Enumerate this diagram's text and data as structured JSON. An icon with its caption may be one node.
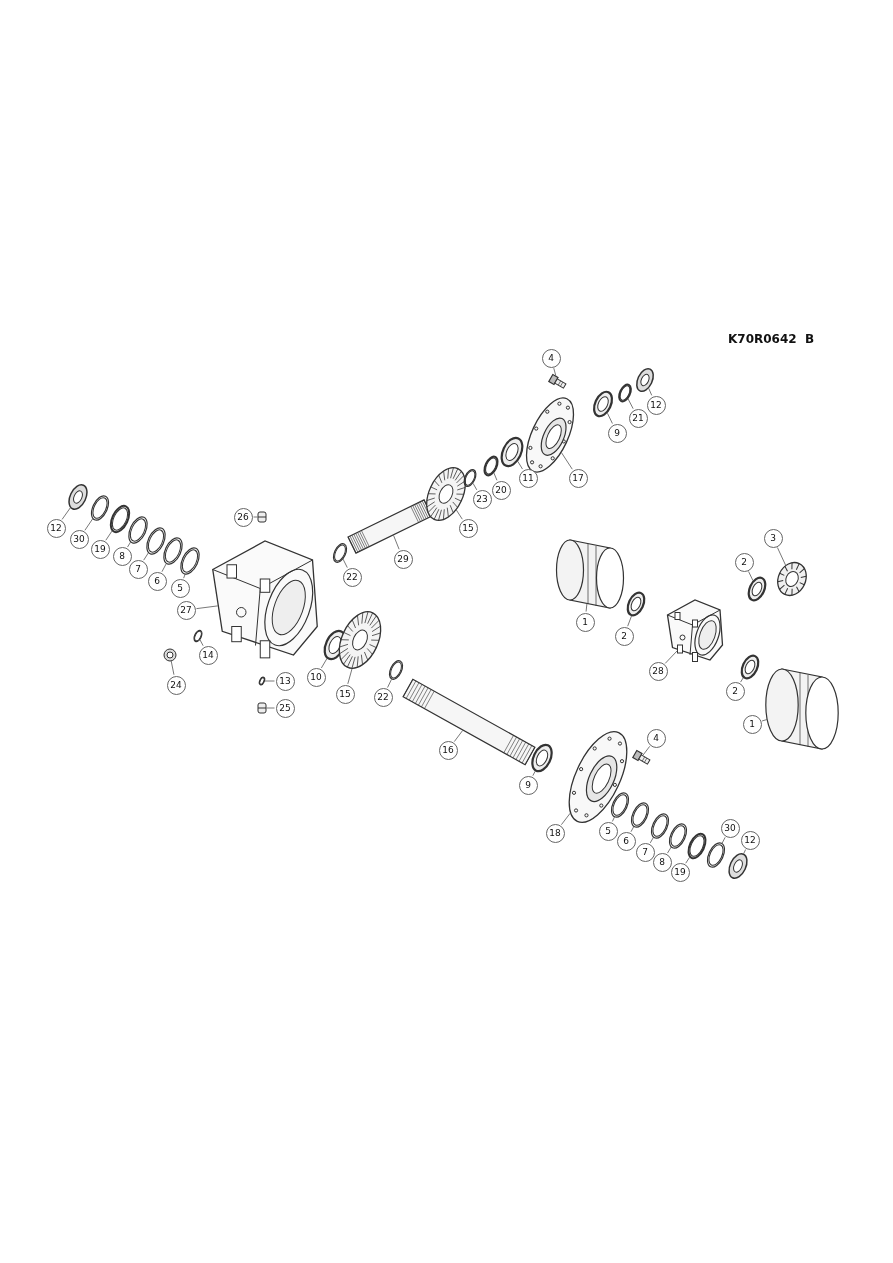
{
  "diagram": {
    "nodes": [
      {
        "text": [
          "12"
        ]
      },
      {
        "text": [
          "30"
        ]
      },
      {
        "text": [
          "19"
        ]
      },
      {
        "text": [
          "8"
        ]
      },
      {
        "text": [
          "7"
        ]
      },
      {
        "text": [
          "6"
        ]
      },
      {
        "text": [
          "5"
        ]
      },
      {
        "text": [
          "26"
        ]
      },
      {
        "text": [
          "27"
        ]
      },
      {
        "text": [
          "22"
        ]
      },
      {
        "text": [
          "29"
        ]
      },
      {
        "text": [
          "15"
        ]
      },
      {
        "text": [
          "23"
        ]
      },
      {
        "text": [
          "20"
        ]
      },
      {
        "text": [
          "11"
        ]
      },
      {
        "text": [
          "17"
        ]
      },
      {
        "text": [
          "4"
        ]
      },
      {
        "text": [
          "9"
        ]
      },
      {
        "text": [
          "21"
        ]
      },
      {
        "text": [
          "12"
        ]
      },
      {
        "text": [
          "14"
        ]
      },
      {
        "text": [
          "24"
        ]
      },
      {
        "text": [
          "13"
        ]
      },
      {
        "text": [
          "25"
        ]
      },
      {
        "text": [
          "10"
        ]
      },
      {
        "text": [
          "15"
        ]
      },
      {
        "text": [
          "22"
        ]
      },
      {
        "text": [
          "16"
        ]
      },
      {
        "text": [
          "9"
        ]
      },
      {
        "text": [
          "4"
        ]
      },
      {
        "text": [
          "18"
        ]
      },
      {
        "text": [
          "5"
        ]
      },
      {
        "text": [
          "6"
        ]
      },
      {
        "text": [
          "7"
        ]
      },
      {
        "text": [
          "8"
        ]
      },
      {
        "text": [
          "19"
        ]
      },
      {
        "text": [
          "30"
        ]
      },
      {
        "text": [
          "12"
        ]
      },
      {
        "text": [
          "1"
        ]
      },
      {
        "text": [
          "2"
        ]
      },
      {
        "text": [
          "2"
        ]
      },
      {
        "text": [
          "3"
        ]
      },
      {
        "text": [
          "28"
        ]
      },
      {
        "text": [
          "2"
        ]
      },
      {
        "text": [
          "1"
        ]
      },
      {
        "text": [],
        "shape": "picture"
      },
      {
        "text": [],
        "shape": "picture"
      },
      {
        "text": [],
        "shape": "picture"
      },
      {
        "text": [],
        "shape": "picture"
      },
      {
        "text": [],
        "shape": "picture"
      },
      {
        "text": [],
        "shape": "picture"
      },
      {
        "text": [],
        "shape": "picture"
      },
      {
        "text": [],
        "shape": "picture"
      },
      {
        "text": [],
        "shape": "picture"
      },
      {
        "text": [],
        "shape": "picture"
      },
      {
        "text": [],
        "shape": "picture"
      },
      {
        "text": [],
        "shape": "picture"
      },
      {
        "text": [],
        "shape": "picture"
      },
      {
        "text": [],
        "shape": "picture"
      },
      {
        "text": [],
        "shape": "picture"
      },
      {
        "text": [],
        "shape": "picture"
      },
      {
        "text": [],
        "shape": "picture"
      },
      {
        "text": [],
        "shape": "picture"
      },
      {
        "text": [],
        "shape": "picture"
      },
      {
        "text": [],
        "shape": "picture"
      },
      {
        "text": [],
        "shape": "picture"
      },
      {
        "text": [],
        "shape": "picture"
      },
      {
        "text": [],
        "shape": "picture"
      },
      {
        "text": [],
        "shape": "picture"
      },
      {
        "text": [],
        "shape": "picture"
      },
      {
        "text": [],
        "shape": "picture"
      },
      {
        "text": [],
        "shape": "picture"
      },
      {
        "text": [],
        "shape": "picture"
      },
      {
        "text": [],
        "shape": "picture"
      },
      {
        "text": [],
        "shape": "picture"
      },
      {
        "text": [],
        "shape": "picture"
      },
      {
        "text": [],
        "shape": "picture"
      },
      {
        "text": [],
        "shape": "picture"
      },
      {
        "text": [],
        "shape": "picture"
      },
      {
        "text": [],
        "shape": "picture"
      },
      {
        "text": [],
        "shape": "picture"
      },
      {
        "text": [],
        "shape": "picture"
      },
      {
        "text": [],
        "shape": "picture"
      },
      {
        "text": [],
        "shape": "picture"
      },
      {
        "text": [],
        "shape": "picture"
      },
      {
        "text": [],
        "shape": "picture"
      },
      {
        "text": [],
        "shape": "picture"
      },
      {
        "text": [],
        "shape": "picture"
      },
      {
        "text": [],
        "shape": "picture"
      },
      {
        "text": [],
        "shape": "picture"
      }
    ],
    "edges": [
      {
        "from": 0,
        "to": 45,
        "arrow": "none"
      },
      {
        "from": 1,
        "to": 46,
        "arrow": "none"
      },
      {
        "from": 2,
        "to": 47,
        "arrow": "none"
      },
      {
        "from": 3,
        "to": 48,
        "arrow": "none"
      },
      {
        "from": 4,
        "to": 49,
        "arrow": "none"
      },
      {
        "from": 5,
        "to": 50,
        "arrow": "none"
      },
      {
        "from": 6,
        "to": 51,
        "arrow": "none"
      },
      {
        "from": 7,
        "to": 52,
        "arrow": "none"
      },
      {
        "from": 8,
        "to": 53,
        "arrow": "none"
      },
      {
        "from": 9,
        "to": 54,
        "arrow": "none"
      },
      {
        "from": 10,
        "to": 55,
        "arrow": "none"
      },
      {
        "from": 11,
        "to": 56,
        "arrow": "none"
      },
      {
        "from": 12,
        "to": 57,
        "arrow": "none"
      },
      {
        "from": 13,
        "to": 58,
        "arrow": "none"
      },
      {
        "from": 14,
        "to": 59,
        "arrow": "none"
      },
      {
        "from": 15,
        "to": 60,
        "arrow": "none"
      },
      {
        "from": 16,
        "to": 61,
        "arrow": "none"
      },
      {
        "from": 17,
        "to": 62,
        "arrow": "none"
      },
      {
        "from": 18,
        "to": 63,
        "arrow": "none"
      },
      {
        "from": 19,
        "to": 64,
        "arrow": "none"
      },
      {
        "from": 20,
        "to": 65,
        "arrow": "none"
      },
      {
        "from": 21,
        "to": 66,
        "arrow": "none"
      },
      {
        "from": 22,
        "to": 67,
        "arrow": "none"
      },
      {
        "from": 23,
        "to": 68,
        "arrow": "none"
      },
      {
        "from": 24,
        "to": 69,
        "arrow": "none"
      },
      {
        "from": 25,
        "to": 70,
        "arrow": "none"
      },
      {
        "from": 26,
        "to": 71,
        "arrow": "none"
      },
      {
        "from": 27,
        "to": 72,
        "arrow": "none"
      },
      {
        "from": 28,
        "to": 73,
        "arrow": "none"
      },
      {
        "from": 29,
        "to": 74,
        "arrow": "none"
      },
      {
        "from": 30,
        "to": 75,
        "arrow": "none"
      },
      {
        "from": 31,
        "to": 76,
        "arrow": "none"
      },
      {
        "from": 32,
        "to": 77,
        "arrow": "none"
      },
      {
        "from": 33,
        "to": 78,
        "arrow": "none"
      },
      {
        "from": 34,
        "to": 79,
        "arrow": "none"
      },
      {
        "from": 35,
        "to": 80,
        "arrow": "none"
      },
      {
        "from": 36,
        "to": 81,
        "arrow": "none"
      },
      {
        "from": 37,
        "to": 82,
        "arrow": "none"
      },
      {
        "from": 38,
        "to": 83,
        "arrow": "none"
      },
      {
        "from": 39,
        "to": 84,
        "arrow": "none"
      },
      {
        "from": 40,
        "to": 85,
        "arrow": "none"
      },
      {
        "from": 41,
        "to": 86,
        "arrow": "none"
      },
      {
        "from": 42,
        "to": 87,
        "arrow": "none"
      },
      {
        "from": 43,
        "to": 88,
        "arrow": "none"
      },
      {
        "from": 44,
        "to": 89,
        "arrow": "none"
      }
    ],
    "labels": [
      "K70R0642",
      "B"
    ]
  }
}
